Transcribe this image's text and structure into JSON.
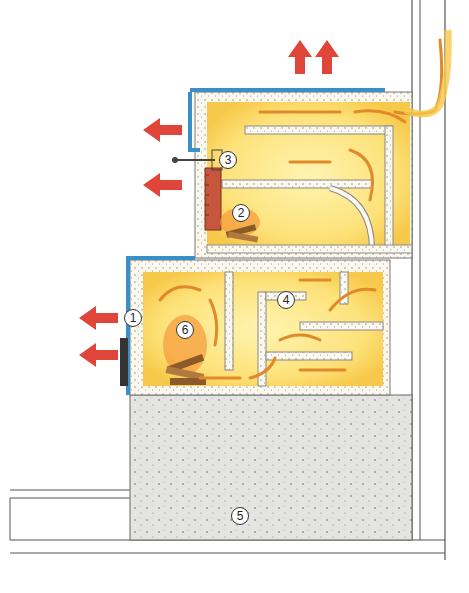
{
  "diagram": {
    "labels": [
      "3",
      "2",
      "4",
      "1",
      "6",
      "5"
    ]
  }
}
